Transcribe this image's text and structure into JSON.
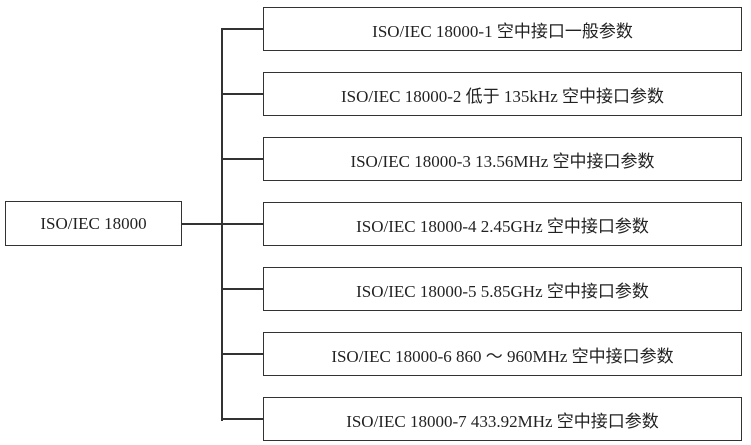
{
  "root": {
    "label": "ISO/IEC 18000"
  },
  "children": [
    {
      "label": "ISO/IEC 18000-1 空中接口一般参数"
    },
    {
      "label": "ISO/IEC 18000-2 低于 135kHz 空中接口参数"
    },
    {
      "label": "ISO/IEC 18000-3 13.56MHz 空中接口参数"
    },
    {
      "label": "ISO/IEC 18000-4 2.45GHz 空中接口参数"
    },
    {
      "label": "ISO/IEC 18000-5 5.85GHz 空中接口参数"
    },
    {
      "label": "ISO/IEC 18000-6 860 ～ 960MHz 空中接口参数"
    },
    {
      "label": "ISO/IEC 18000-7 433.92MHz 空中接口参数"
    }
  ]
}
